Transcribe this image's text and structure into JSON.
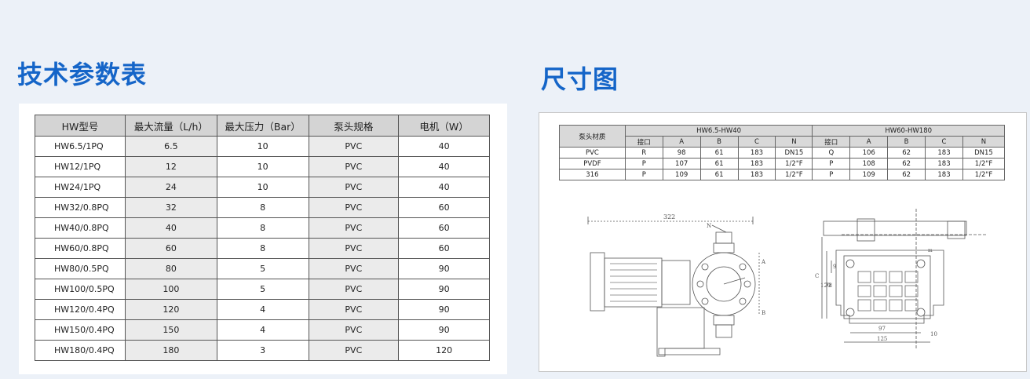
{
  "left": {
    "title": "技术参数表",
    "headers": [
      "HW型号",
      "最大流量（L/h）",
      "最大压力（Bar）",
      "泵头规格",
      "电机（W）"
    ],
    "rows": [
      [
        "HW6.5/1PQ",
        "6.5",
        "10",
        "PVC",
        "40"
      ],
      [
        "HW12/1PQ",
        "12",
        "10",
        "PVC",
        "40"
      ],
      [
        "HW24/1PQ",
        "24",
        "10",
        "PVC",
        "40"
      ],
      [
        "HW32/0.8PQ",
        "32",
        "8",
        "PVC",
        "60"
      ],
      [
        "HW40/0.8PQ",
        "40",
        "8",
        "PVC",
        "60"
      ],
      [
        "HW60/0.8PQ",
        "60",
        "8",
        "PVC",
        "60"
      ],
      [
        "HW80/0.5PQ",
        "80",
        "5",
        "PVC",
        "90"
      ],
      [
        "HW100/0.5PQ",
        "100",
        "5",
        "PVC",
        "90"
      ],
      [
        "HW120/0.4PQ",
        "120",
        "4",
        "PVC",
        "90"
      ],
      [
        "HW150/0.4PQ",
        "150",
        "4",
        "PVC",
        "90"
      ],
      [
        "HW180/0.4PQ",
        "180",
        "3",
        "PVC",
        "120"
      ]
    ]
  },
  "right": {
    "title": "尺寸图",
    "material_header": "泵头材质",
    "group1": "HW6.5-HW40",
    "group2": "HW60-HW180",
    "sub1": [
      "接口",
      "A",
      "B",
      "C",
      "N"
    ],
    "sub2": [
      "接口",
      "A",
      "B",
      "C",
      "N"
    ],
    "rows": [
      [
        "PVC",
        "R",
        "98",
        "61",
        "183",
        "DN15",
        "Q",
        "106",
        "62",
        "183",
        "DN15"
      ],
      [
        "PVDF",
        "P",
        "107",
        "61",
        "183",
        "1/2\"F",
        "P",
        "108",
        "62",
        "183",
        "1/2\"F"
      ],
      [
        "316",
        "P",
        "109",
        "61",
        "183",
        "1/2\"F",
        "P",
        "109",
        "62",
        "183",
        "1/2\"F"
      ]
    ],
    "drawing": {
      "dim_322": "322",
      "label_n": "N",
      "label_a": "A",
      "label_b": "B",
      "label_c": "C",
      "dim_120": "120",
      "dim_78": "78",
      "dim_9": "9",
      "dim_97": "97",
      "dim_125": "125",
      "dim_10": "10",
      "dim_m": "m"
    }
  },
  "colors": {
    "title": "#1565c8",
    "background": "#ecf1f8",
    "header_gray": "#d4d4d4"
  }
}
